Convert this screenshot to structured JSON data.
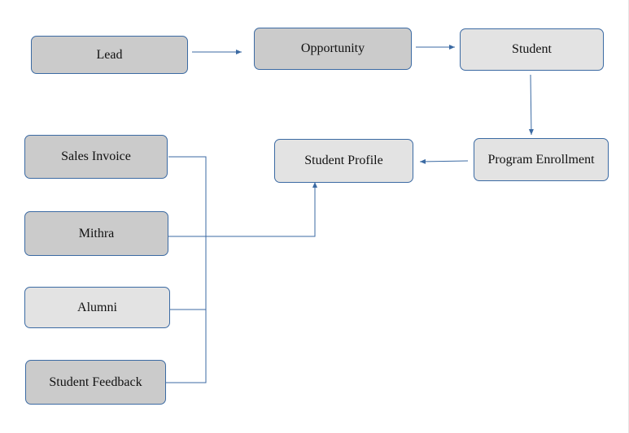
{
  "nodes": {
    "lead": "Lead",
    "opportunity": "Opportunity",
    "student": "Student",
    "program_enrollment": "Program Enrollment",
    "student_profile": "Student Profile",
    "sales_invoice": "Sales Invoice",
    "mithra": "Mithra",
    "alumni": "Alumni",
    "student_feedback": "Student Feedback"
  },
  "colors": {
    "border": "#3b6aa3",
    "fill_dark": "#cbcbcb",
    "fill_light": "#e3e3e3",
    "connector": "#3b6aa3"
  }
}
